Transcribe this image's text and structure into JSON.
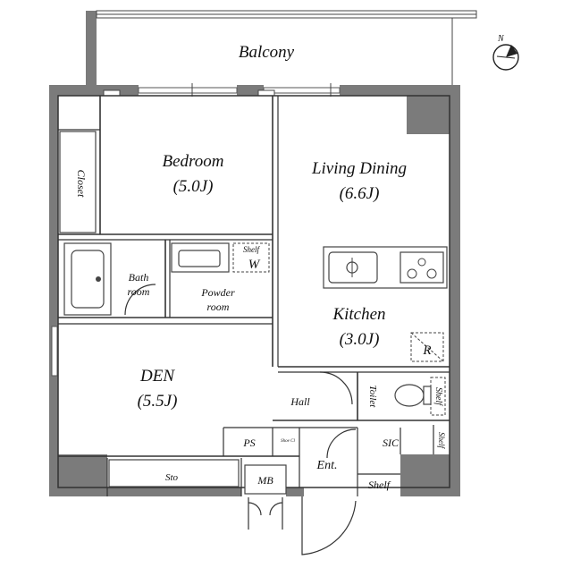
{
  "rooms": {
    "balcony": "Balcony",
    "bedroom": "Bedroom",
    "bedroom_size": "(5.0J)",
    "living": "Living Dining",
    "living_size": "(6.6J)",
    "kitchen": "Kitchen",
    "kitchen_size": "(3.0J)",
    "den": "DEN",
    "den_size": "(5.5J)",
    "closet": "Closet",
    "bath": "Bath",
    "bath2": "room",
    "powder": "Powder",
    "powder2": "room",
    "shelf_w": "Shelf",
    "w": "W",
    "r": "R",
    "hall": "Hall",
    "toilet": "Toilet",
    "shelf_toilet": "Shelf",
    "ps": "PS",
    "shoe_cl": "Shoe Cl",
    "ent": "Ent.",
    "sic": "SIC",
    "shelf_sic": "Shelf",
    "shelf_ent": "Shelf",
    "sto": "Sto",
    "mb": "MB",
    "compass": "N"
  }
}
